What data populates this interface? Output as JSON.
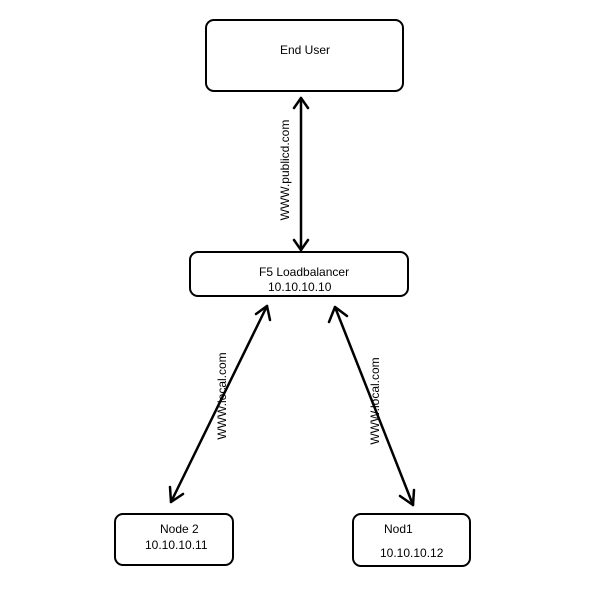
{
  "nodes": {
    "end_user": {
      "label": "End User"
    },
    "loadbalancer": {
      "label": "F5 Loadbalancer",
      "ip": "10.10.10.10"
    },
    "node2": {
      "label": "Node 2",
      "ip": "10.10.10.11"
    },
    "node1": {
      "label": "Nod1",
      "ip": "10.10.10.12"
    }
  },
  "edges": [
    {
      "from": "end_user",
      "to": "loadbalancer",
      "label": "WWW.publicd.com",
      "direction": "both"
    },
    {
      "from": "loadbalancer",
      "to": "node2",
      "label": "WWW.local.com",
      "direction": "both"
    },
    {
      "from": "loadbalancer",
      "to": "node1",
      "label": "WWW.local.com",
      "direction": "both"
    }
  ]
}
